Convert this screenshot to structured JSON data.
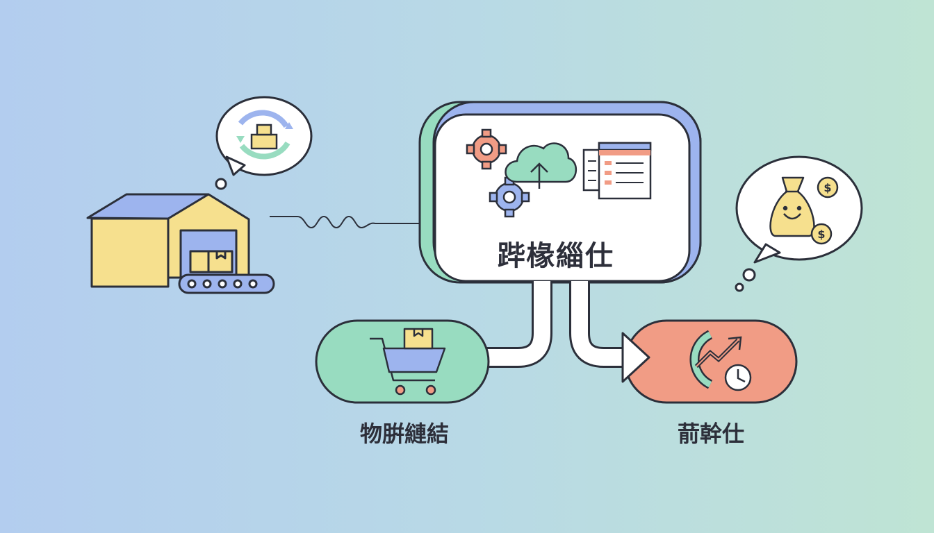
{
  "diagram": {
    "colors": {
      "outline": "#2b2f3a",
      "yellow": "#f6e08e",
      "blue": "#9db4ee",
      "green": "#98dcc0",
      "red": "#f19c85",
      "white": "#ffffff"
    },
    "hub": {
      "label": "跸椽緇仕"
    },
    "cart_node": {
      "label": "物腁縺結"
    },
    "growth_node": {
      "label": "葥幹仕"
    },
    "icons": [
      "warehouse-icon",
      "conveyor-icon",
      "box-cycle-icon",
      "gear-icon",
      "cloud-upload-icon",
      "spreadsheet-icon",
      "shopping-cart-icon",
      "money-bag-icon",
      "dollar-coin-icon",
      "growth-chart-icon",
      "clock-icon"
    ]
  }
}
